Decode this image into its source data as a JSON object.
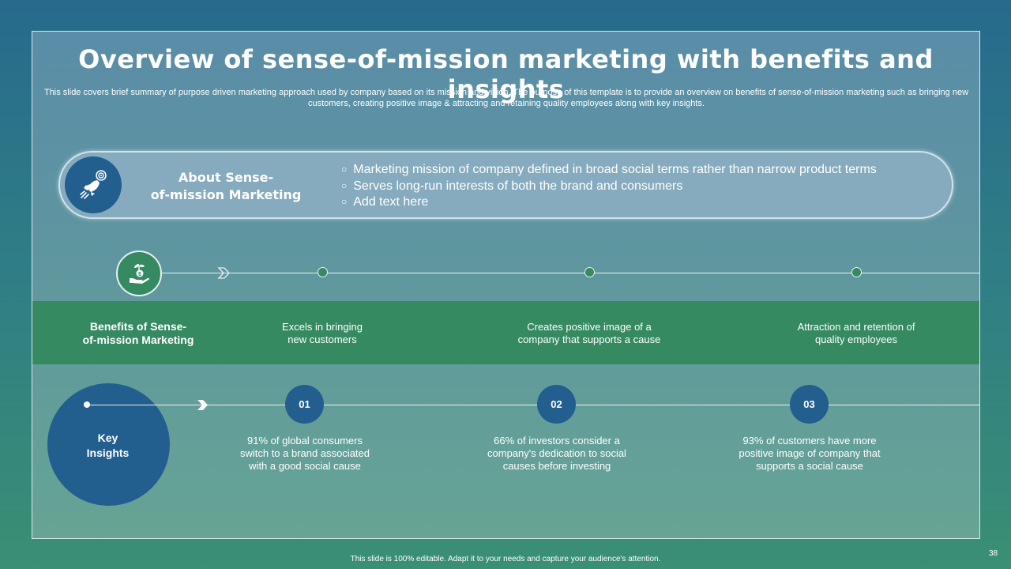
{
  "slide": {
    "title": "Overview of sense-of-mission marketing with benefits and insights",
    "subtitle": "This slide covers brief summary of purpose driven marketing approach used by company based on its mission and vision. The purpose of this template is to provide an overview on benefits of sense-of-mission marketing such as bringing new customers, creating positive image & attracting and retaining quality employees along with key insights."
  },
  "about": {
    "icon": "rocket-target-icon",
    "title_line1": "About Sense-",
    "title_line2": "of-mission Marketing",
    "items": [
      "Marketing mission of company defined in broad social terms rather than narrow product terms",
      "Serves long-run interests of both the brand and consumers",
      "Add text here"
    ]
  },
  "benefits": {
    "icon": "money-plant-hand-icon",
    "label_line1": "Benefits of Sense-",
    "label_line2": "of-mission Marketing",
    "items": [
      {
        "line1": "Excels in bringing",
        "line2": "new customers"
      },
      {
        "line1": "Creates positive image of a",
        "line2": "company that supports a cause"
      },
      {
        "line1": "Attraction and retention of",
        "line2": "quality employees"
      }
    ]
  },
  "insights": {
    "label_line1": "Key",
    "label_line2": "Insights",
    "items": [
      {
        "number": "01",
        "line1": "91% of global consumers",
        "line2": "switch to a brand associated",
        "line3": "with a good social cause"
      },
      {
        "number": "02",
        "line1": "66% of investors consider a",
        "line2": "company's dedication to social",
        "line3": "causes before investing"
      },
      {
        "number": "03",
        "line1": "93% of customers have more",
        "line2": "positive image of company that",
        "line3": "supports a social cause"
      }
    ]
  },
  "footer": {
    "text": "This slide is 100% editable. Adapt it to your needs and capture your audience's attention.",
    "page_number": "38"
  },
  "colors": {
    "accent_green": "#358a62",
    "accent_blue": "#225e8e"
  }
}
